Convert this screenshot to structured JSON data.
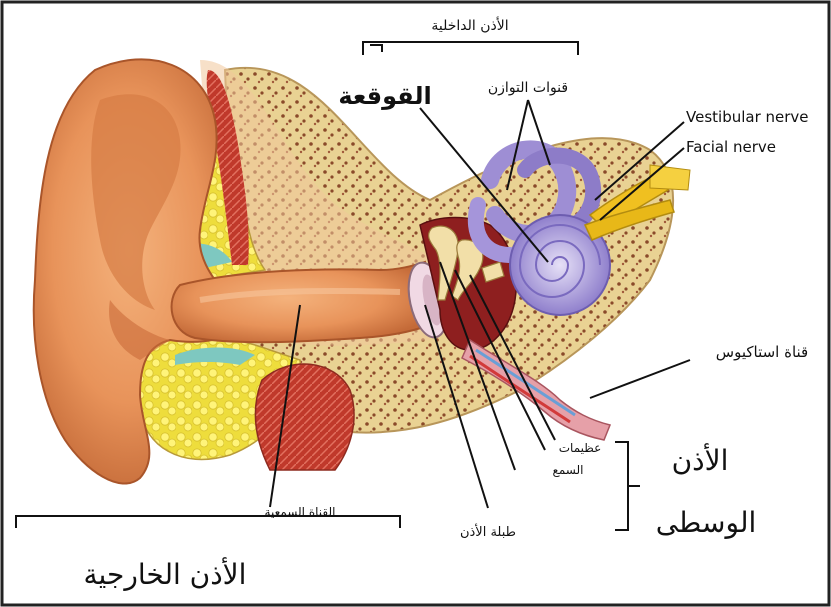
{
  "labels": {
    "inner_ear": "الأذن الداخلية",
    "cochlea": "القوقعة",
    "semicircular_canals": "قنوات التوازن",
    "vestibular_nerve": "Vestibular nerve",
    "facial_nerve": "Facial nerve",
    "eustachian_tube": "قناة استاكيوس",
    "ossicles_line1": "عظيمات",
    "ossicles_line2": "السمع",
    "eardrum": "طبلة الأذن",
    "ear_canal": "القناة السمعية",
    "middle_ear_line1": "الأذن",
    "middle_ear_line2": "الوسطى",
    "outer_ear": "الأذن الخارجية"
  },
  "colors": {
    "skin": "#e8935a",
    "skin_dark": "#c8673a",
    "bone": "#e8cf8e",
    "fat": "#f6e64a",
    "cochlea": "#a99ad6",
    "nerve": "#f0c020",
    "muscle": "#c0392b",
    "frame": "#222222"
  }
}
